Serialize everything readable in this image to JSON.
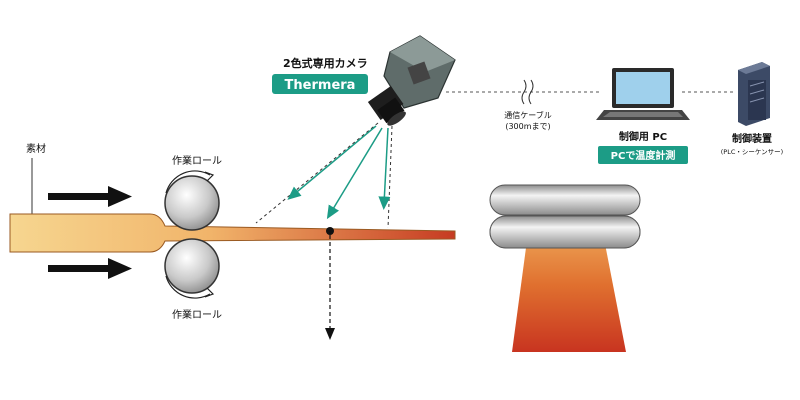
{
  "camera": {
    "title": "2色式専用カメラ",
    "badge": "Thermera"
  },
  "labels": {
    "material": "素材",
    "work_roll_top": "作業ロール",
    "work_roll_bottom": "作業ロール",
    "cable_line1": "通信ケーブル",
    "cable_line2": "(300mまで)",
    "pc": "制御用 PC",
    "pc_badge": "PCで温度計測",
    "controller": "制御装置",
    "controller_sub": "(PLC・シーケンサー)"
  },
  "colors": {
    "teal": "#1c9c86",
    "hot": "#c8391f",
    "warm": "#f3b15a",
    "cold": "#f5d48a"
  }
}
